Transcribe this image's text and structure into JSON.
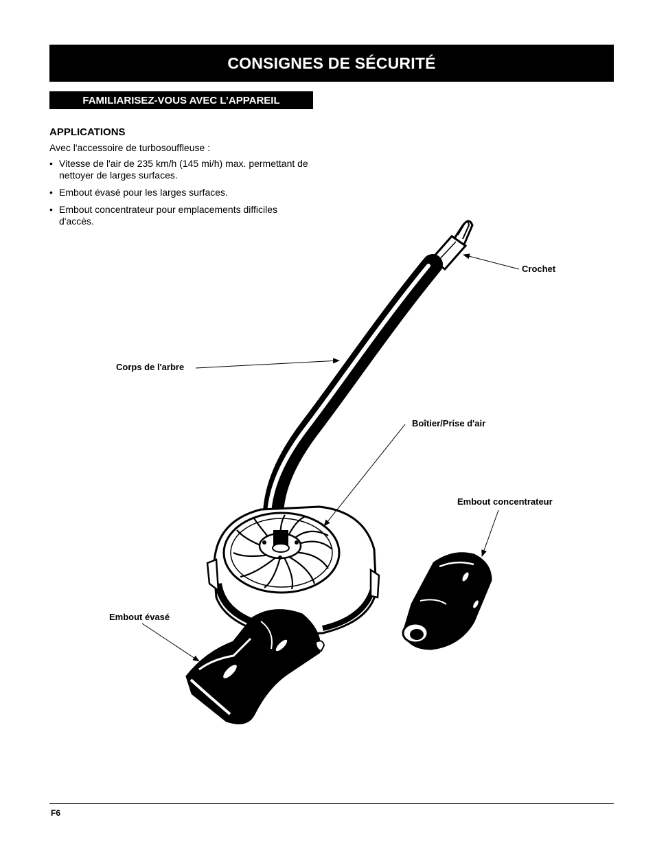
{
  "header": {
    "title": "CONSIGNES DE SÉCURITÉ",
    "section": "FAMILIARISEZ-VOUS AVEC L’APPAREIL"
  },
  "applications": {
    "heading": "APPLICATIONS",
    "intro": "Avec l'accessoire de turbosouffleuse :",
    "bullets": [
      "Vitesse de l'air de 235 km/h (145 mi/h) max. permettant de nettoyer de larges surfaces.",
      "Embout évasé pour les larges surfaces.",
      "Embout concentrateur pour emplacements difficiles d'accès."
    ]
  },
  "diagram": {
    "labels": {
      "crochet": "Crochet",
      "corps": "Corps de l'arbre",
      "boitier": "Boîtier/Prise d'air",
      "concentrateur": "Embout concentrateur",
      "evase": "Embout évasé"
    }
  },
  "footer": {
    "page_number": "F6"
  }
}
